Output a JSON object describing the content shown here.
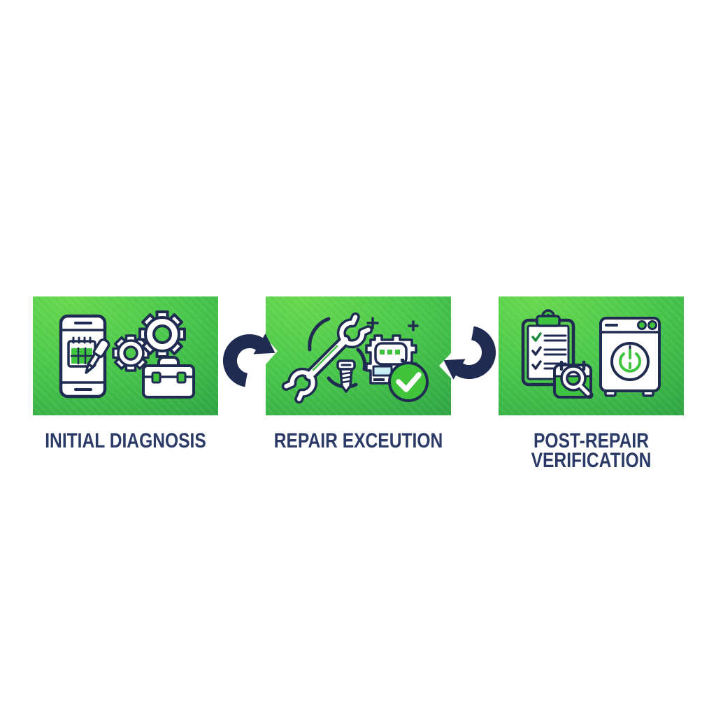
{
  "diagram": {
    "background_color": "#ffffff",
    "steps": [
      {
        "id": "initial-diagnosis",
        "label": "INITIAL DIAGNOSIS",
        "panel_icons": [
          "smartphone-with-calendar-and-pen",
          "gear-small",
          "gear-large",
          "toolbox"
        ]
      },
      {
        "id": "repair-execution",
        "label": "REPAIR EXCEUTION",
        "panel_icons": [
          "wrench",
          "screw",
          "circuit-module",
          "check-circle",
          "sparkles",
          "motion-arcs"
        ]
      },
      {
        "id": "post-repair-verification",
        "label": "POST-REPAIR VERIFICATION",
        "label_lines": [
          "POST-REPAIR",
          "VERIFICATION"
        ],
        "panel_icons": [
          "clipboard-checklist",
          "calendar-with-magnifier",
          "washing-machine"
        ]
      }
    ],
    "arrows": [
      {
        "id": "arrow-1",
        "direction": "right"
      },
      {
        "id": "arrow-2",
        "direction": "left"
      }
    ],
    "colors": {
      "panel_green_light": "#68d84f",
      "panel_green_dark": "#2da043",
      "icon_green": "#3fc43f",
      "check_dark_green": "#1d8a3c",
      "navy": "#1f2b50",
      "text_navy": "#2b3a66",
      "cyan_accent": "#c9eef3"
    }
  }
}
